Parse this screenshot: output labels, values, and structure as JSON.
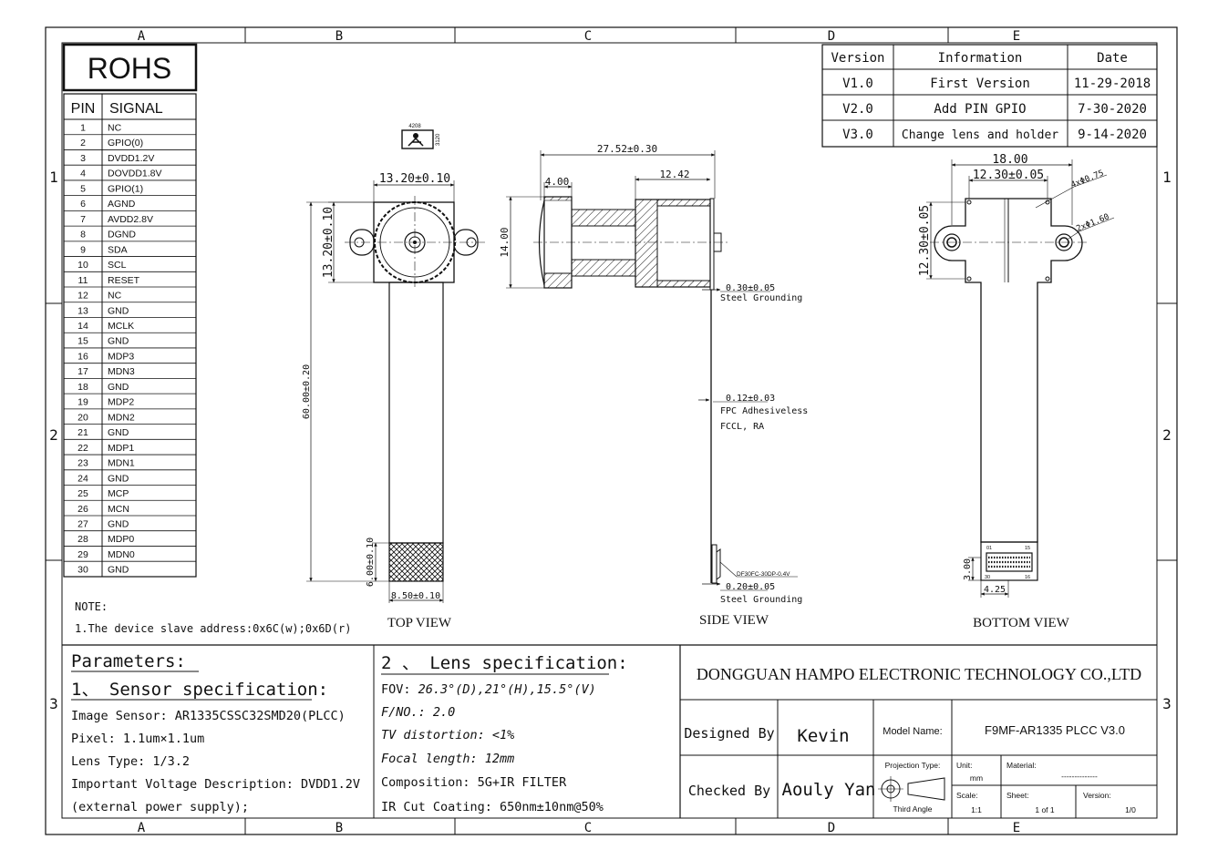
{
  "grid": {
    "cols": [
      "A",
      "B",
      "C",
      "D",
      "E"
    ],
    "rows": [
      "1",
      "2",
      "3"
    ]
  },
  "rohs": "ROHS",
  "pin_table": {
    "headers": [
      "PIN",
      "SIGNAL"
    ],
    "rows": [
      [
        "1",
        "NC"
      ],
      [
        "2",
        "GPIO(0)"
      ],
      [
        "3",
        "DVDD1.2V"
      ],
      [
        "4",
        "DOVDD1.8V"
      ],
      [
        "5",
        "GPIO(1)"
      ],
      [
        "6",
        "AGND"
      ],
      [
        "7",
        "AVDD2.8V"
      ],
      [
        "8",
        "DGND"
      ],
      [
        "9",
        "SDA"
      ],
      [
        "10",
        "SCL"
      ],
      [
        "11",
        "RESET"
      ],
      [
        "12",
        "NC"
      ],
      [
        "13",
        "GND"
      ],
      [
        "14",
        "MCLK"
      ],
      [
        "15",
        "GND"
      ],
      [
        "16",
        "MDP3"
      ],
      [
        "17",
        "MDN3"
      ],
      [
        "18",
        "GND"
      ],
      [
        "19",
        "MDP2"
      ],
      [
        "20",
        "MDN2"
      ],
      [
        "21",
        "GND"
      ],
      [
        "22",
        "MDP1"
      ],
      [
        "23",
        "MDN1"
      ],
      [
        "24",
        "GND"
      ],
      [
        "25",
        "MCP"
      ],
      [
        "26",
        "MCN"
      ],
      [
        "27",
        "GND"
      ],
      [
        "28",
        "MDP0"
      ],
      [
        "29",
        "MDN0"
      ],
      [
        "30",
        "GND"
      ]
    ]
  },
  "revision_table": {
    "headers": [
      "Version",
      "Information",
      "Date"
    ],
    "rows": [
      [
        "V1.0",
        "First Version",
        "11-29-2018"
      ],
      [
        "V2.0",
        "Add PIN GPIO",
        "7-30-2020"
      ],
      [
        "V3.0",
        "Change lens and holder",
        "9-14-2020"
      ]
    ]
  },
  "note": {
    "title": "NOTE:",
    "line1": "1.The device slave address:0x6C(w);0x6D(r)"
  },
  "views": {
    "top": "TOP VIEW",
    "side": "SIDE VIEW",
    "bottom": "BOTTOM VIEW"
  },
  "top_view_dims": {
    "width": "13.20±0.10",
    "height": "13.20±0.10",
    "length": "60.00±0.20",
    "connector_len": "6.00±0.10",
    "connector_width": "8.50±0.10",
    "marking_top": "4208",
    "marking_side": "3120"
  },
  "side_view_dims": {
    "overall": "27.52±0.30",
    "lens_front": "4.00",
    "holder": "12.42",
    "lens_dia": "14.00",
    "stiff1": "0.30±0.05",
    "stiff1_label": "Steel Grounding",
    "fpc": "0.12±0.03",
    "fpc_label1": "FPC Adhesiveless",
    "fpc_label2": "FCCL, RA",
    "connector": "DF30FC-30DP-0.4V",
    "stiff2": "0.20±0.05",
    "stiff2_label": "Steel Grounding"
  },
  "bottom_view_dims": {
    "overall": "18.00",
    "hole_pitch": "12.30±0.05",
    "height": "12.30±0.05",
    "holes_small": "4xΦ0.75",
    "holes_large": "2xΦ1.60",
    "conn_h": "3.00",
    "conn_w": "4.25",
    "pin01": "01",
    "pin15": "15",
    "pin30": "30",
    "pin16": "16"
  },
  "parameters": {
    "title": "Parameters:",
    "sensor_title": "1、 Sensor specification:",
    "lines": [
      "Image Sensor:  AR1335CSSC32SMD20(PLCC)",
      "Pixel:  1.1um×1.1um",
      "Lens Type:  1/3.2",
      "Important Voltage Description: DVDD1.2V",
      "(external power supply);"
    ]
  },
  "lens_spec": {
    "title": "2 、 Lens specification:",
    "lines": [
      [
        "FOV:  ",
        "26.3°(D),21°(H),15.5°(V)"
      ],
      [
        "",
        "F/NO.: 2.0"
      ],
      [
        "",
        "TV distortion: <1%"
      ],
      [
        "",
        "Focal length: 12mm"
      ],
      [
        "Composition:  5G+IR FILTER",
        ""
      ],
      [
        "IR Cut Coating:  650nm±10nm@50%",
        ""
      ]
    ]
  },
  "title_block": {
    "company": "DONGGUAN HAMPO ELECTRONIC TECHNOLOGY CO.,LTD",
    "designed_by_label": "Designed By",
    "designed_by": "Kevin",
    "checked_by_label": "Checked By",
    "checked_by": "Aouly Yan",
    "model_name_label": "Model Name:",
    "model_name": "F9MF-AR1335 PLCC V3.0",
    "projection_type_label": "Projection Type:",
    "third_angle": "Third Angle",
    "unit_label": "Unit:",
    "unit": "mm",
    "material_label": "Material:",
    "material": "--------------",
    "scale_label": "Scale:",
    "scale": "1:1",
    "sheet_label": "Sheet:",
    "sheet": "1 of 1",
    "version_label": "Version:",
    "version": "1/0"
  }
}
